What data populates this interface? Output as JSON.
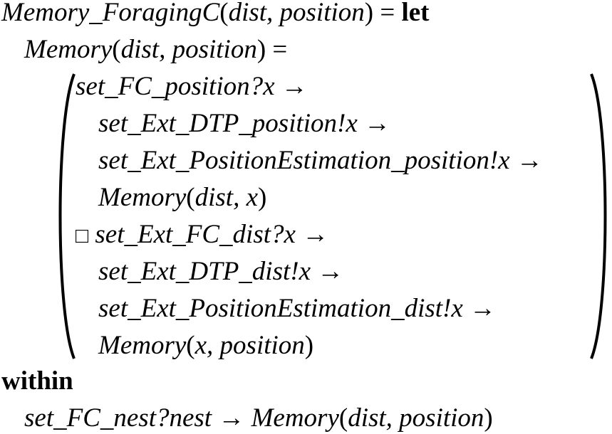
{
  "lines": [
    {
      "id": "def",
      "parts": [
        "Memory_ForagingC",
        "(",
        "dist, position",
        ")",
        " = ",
        "let"
      ]
    },
    {
      "id": "mem",
      "parts": [
        "Memory",
        "(",
        "dist, position",
        ")",
        " ="
      ]
    },
    {
      "id": "b1",
      "text": "set_FC_position?x →"
    },
    {
      "id": "b2",
      "text": "set_Ext_DTP_position!x →"
    },
    {
      "id": "b3",
      "text": "set_Ext_PositionEstimation_position!x →"
    },
    {
      "id": "b4",
      "parts": [
        "Memory",
        "(",
        "dist, x",
        ")"
      ]
    },
    {
      "id": "b5",
      "choice": "□",
      "text": "set_Ext_FC_dist?x →"
    },
    {
      "id": "b6",
      "text": "set_Ext_DTP_dist!x →"
    },
    {
      "id": "b7",
      "text": "set_Ext_PositionEstimation_dist!x →"
    },
    {
      "id": "b8",
      "parts": [
        "Memory",
        "(",
        "x, position",
        ")"
      ]
    },
    {
      "id": "within",
      "text": "within"
    },
    {
      "id": "last",
      "parts": [
        "set_FC_nest?nest → ",
        "Memory",
        "(",
        "dist, position",
        ")"
      ]
    }
  ]
}
